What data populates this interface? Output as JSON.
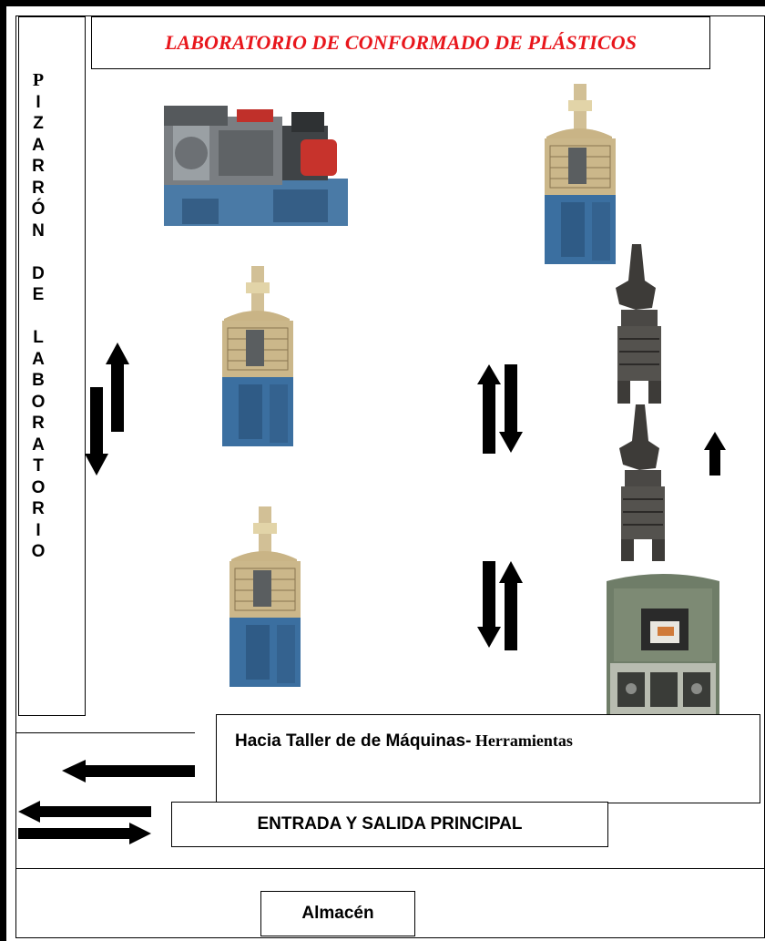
{
  "title": "LABORATORIO DE CONFORMADO DE PLÁSTICOS",
  "pizarron_letters": [
    "P",
    "I",
    "Z",
    "A",
    "R",
    "R",
    "Ó",
    "N",
    " ",
    "D",
    "E",
    " ",
    "L",
    "A",
    "B",
    "O",
    "R",
    "A",
    "T",
    "O",
    "R",
    "I",
    "O"
  ],
  "taller": {
    "main": "Hacia Taller de de Máquinas-",
    "suffix": " Herramientas"
  },
  "entrada": "ENTRADA Y SALIDA PRINCIPAL",
  "almacen": "Almacén",
  "colors": {
    "title": "#e8161c",
    "machine_blue": "#3b6fa0",
    "machine_beige": "#c8b48a",
    "press_dark": "#3d3b38",
    "oven_green": "#6f7d68"
  }
}
